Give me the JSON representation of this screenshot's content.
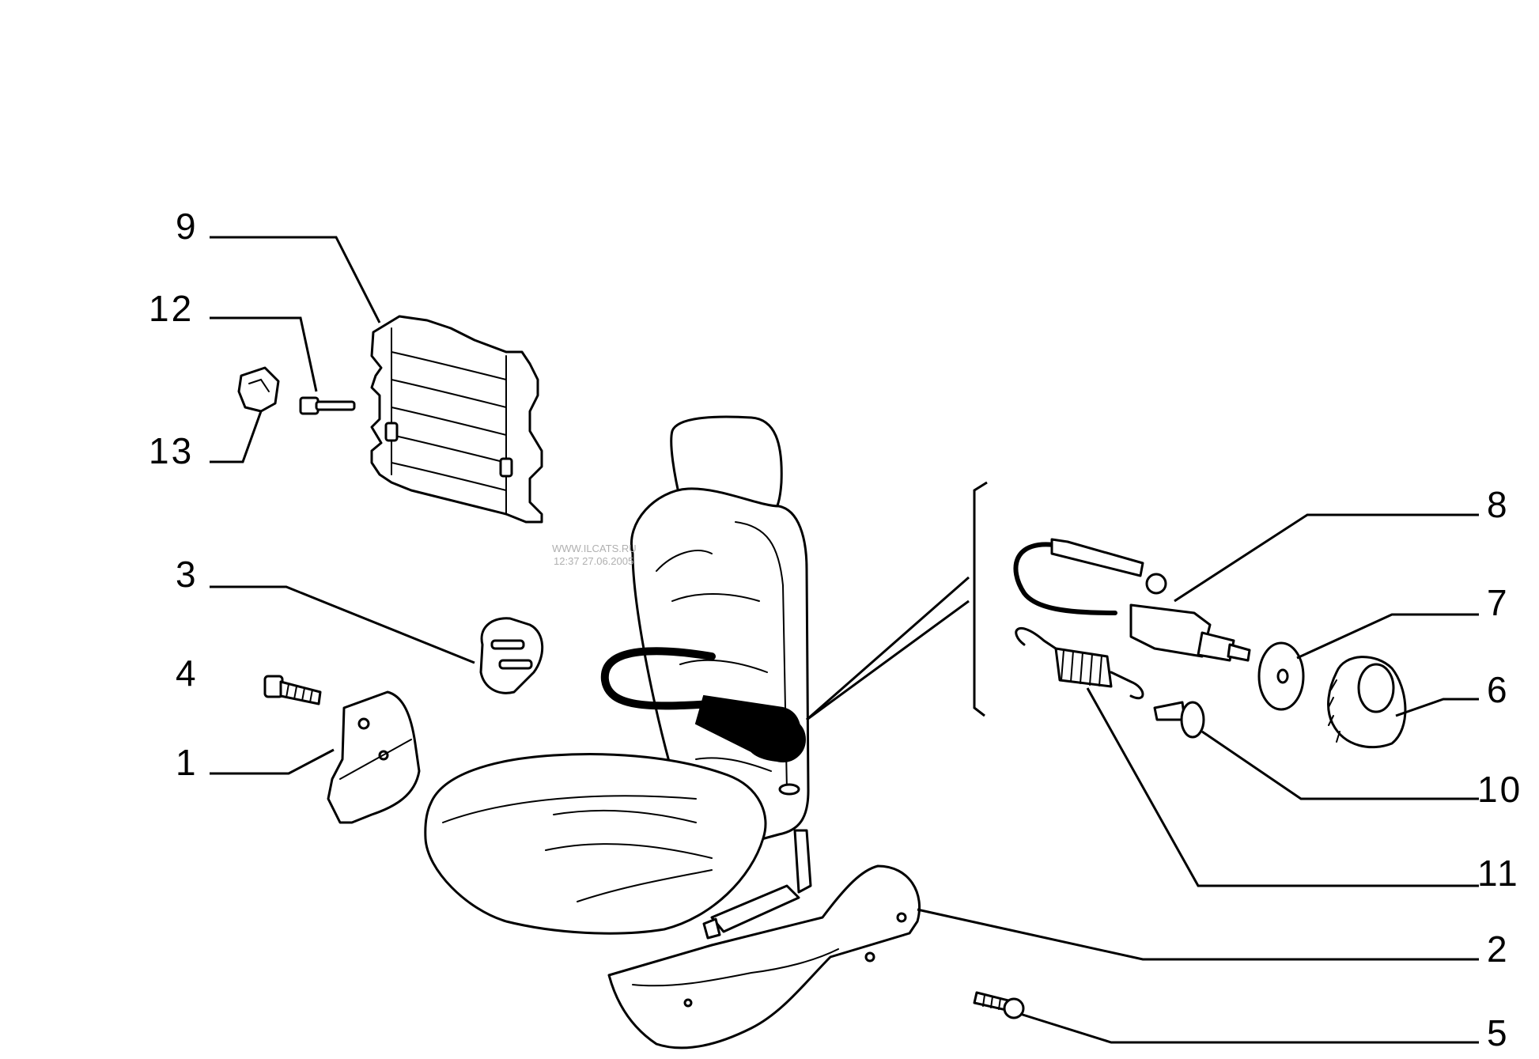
{
  "callouts": {
    "c1": "1",
    "c2": "2",
    "c3": "3",
    "c4": "4",
    "c5": "5",
    "c6": "6",
    "c7": "7",
    "c8": "8",
    "c9": "9",
    "c10": "10",
    "c11": "11",
    "c12": "12",
    "c13": "13"
  },
  "watermark": {
    "line1": "WWW.ILCATS.RU",
    "line2": "12:37 27.06.2005"
  }
}
